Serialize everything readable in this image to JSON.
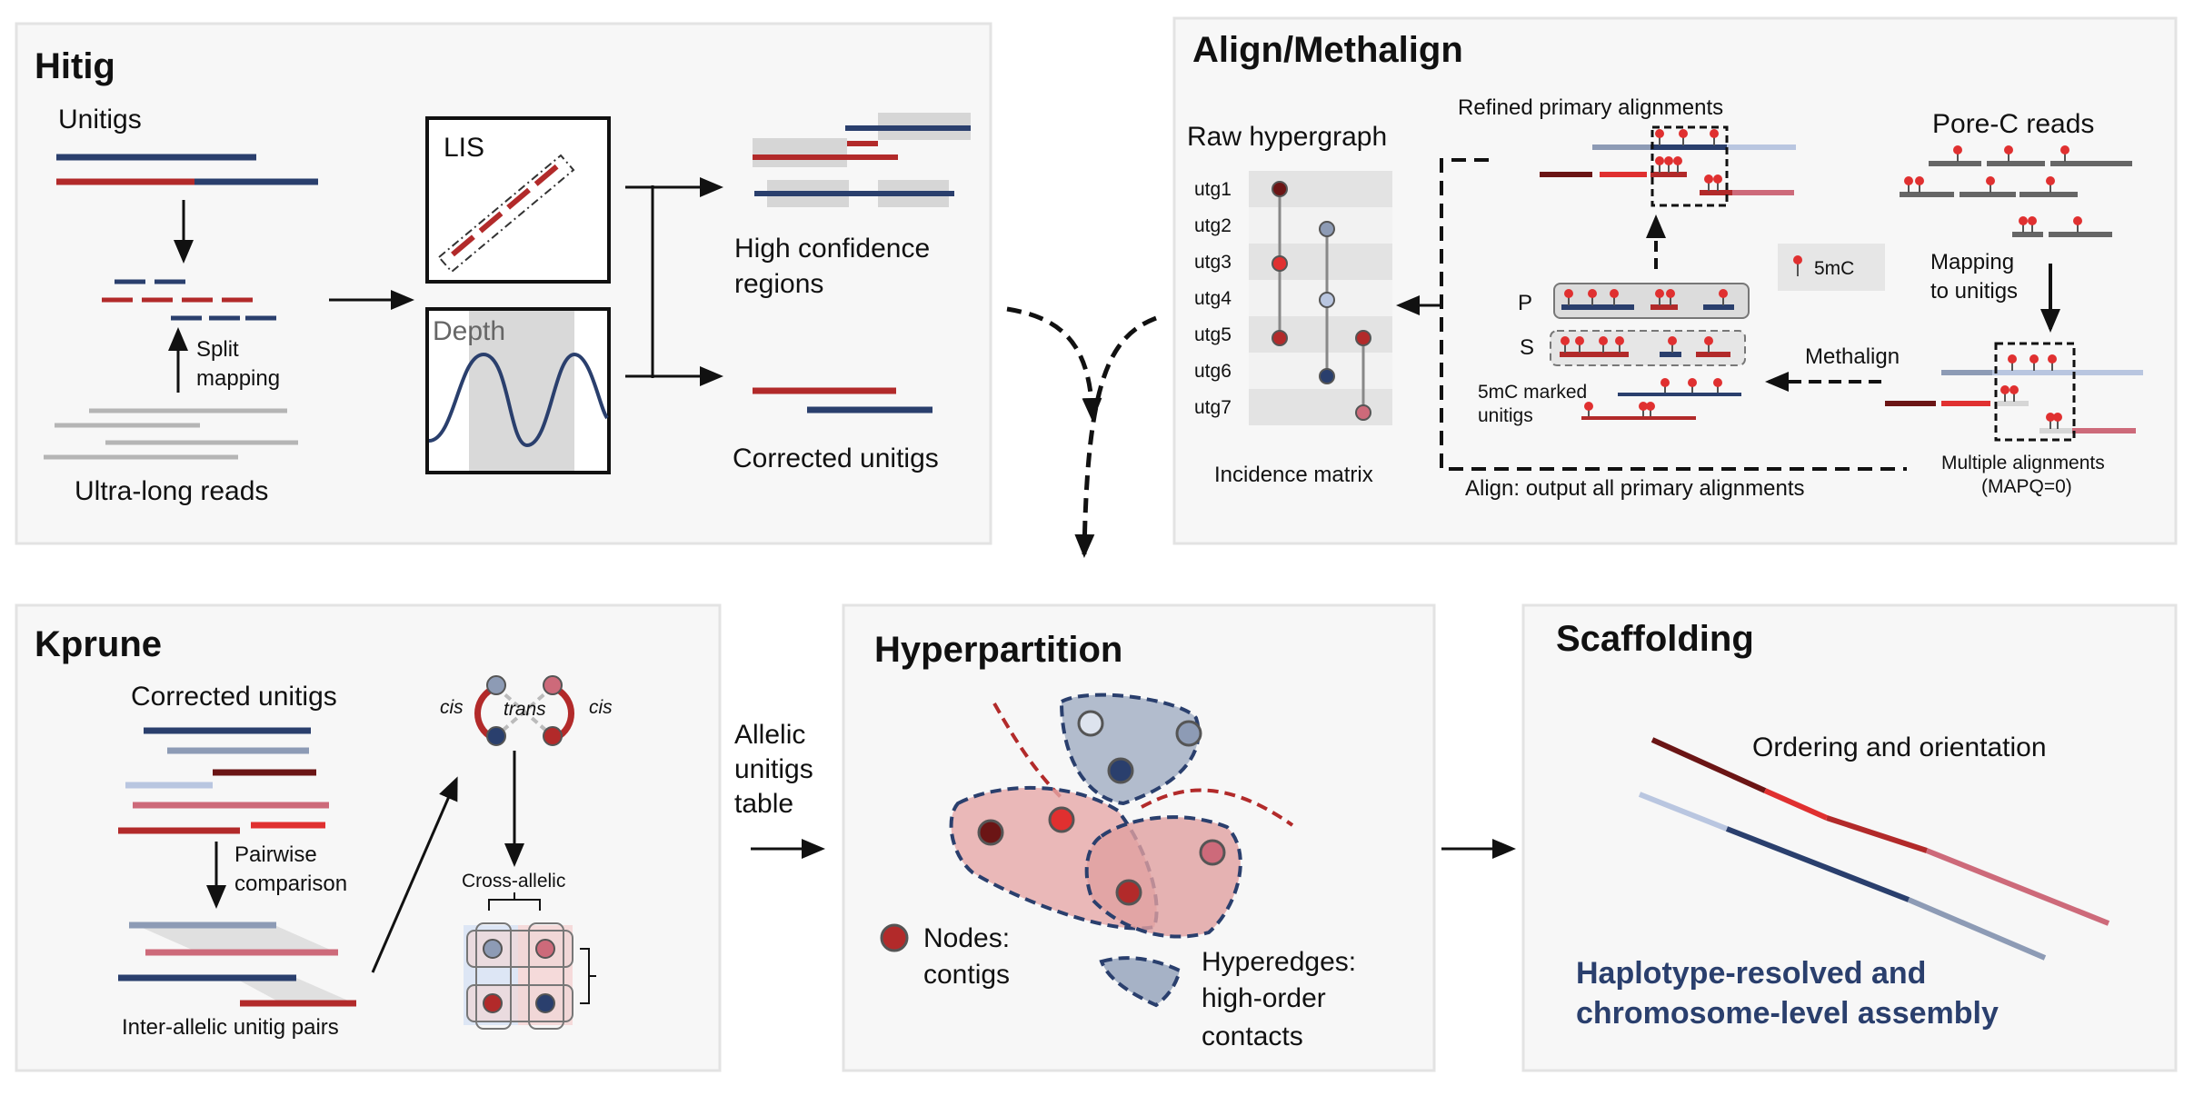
{
  "hitig": {
    "title": "Hitig",
    "unitigs": "Unitigs",
    "split_mapping_1": "Split",
    "split_mapping_2": "mapping",
    "ultra_long_reads": "Ultra-long reads",
    "lis": "LIS",
    "depth": "Depth",
    "high_conf_1": "High confidence",
    "high_conf_2": "regions",
    "corrected_unitigs": "Corrected unitigs"
  },
  "align": {
    "title": "Align/Methalign",
    "raw_hypergraph": "Raw hypergraph",
    "utgs": [
      "utg1",
      "utg2",
      "utg3",
      "utg4",
      "utg5",
      "utg6",
      "utg7"
    ],
    "incidence_matrix": "Incidence matrix",
    "refined_primary": "Refined primary alignments",
    "p_label": "P",
    "s_label": "S",
    "mc_marked_1": "5mC marked",
    "mc_marked_2": "unitigs",
    "mc_legend": "5mC",
    "pore_c_reads": "Pore-C reads",
    "mapping_1": "Mapping",
    "mapping_2": "to unitigs",
    "methalign": "Methalign",
    "multiple_alignments": "Multiple alignments",
    "mapq": "(MAPQ=0)",
    "align_output": "Align: output all primary alignments"
  },
  "kprune": {
    "title": "Kprune",
    "corrected_unitigs": "Corrected unitigs",
    "pairwise_1": "Pairwise",
    "pairwise_2": "comparison",
    "inter_allelic": "Inter-allelic unitig pairs",
    "cis": "cis",
    "trans": "trans",
    "cross_allelic": "Cross-allelic"
  },
  "allelic": {
    "line1": "Allelic",
    "line2": "unitigs",
    "line3": "table"
  },
  "hyperpartition": {
    "title": "Hyperpartition",
    "nodes_1": "Nodes:",
    "nodes_2": "contigs",
    "hyperedges_1": "Hyperedges:",
    "hyperedges_2": "high-order",
    "hyperedges_3": "contacts"
  },
  "scaffolding": {
    "title": "Scaffolding",
    "ordering": "Ordering and orientation",
    "result_1": "Haplotype-resolved and",
    "result_2": "chromosome-level assembly",
    "result_color": "#2a3f6d"
  },
  "colors": {
    "navy": "#2a3f6d",
    "red": "#b22a2a",
    "dark_red": "#6b1515",
    "bright_red": "#e03030",
    "pink": "#cd6a7a",
    "slate": "#8d9bb5",
    "light_blue": "#b9c6e0",
    "gray": "#b5b5b5"
  }
}
